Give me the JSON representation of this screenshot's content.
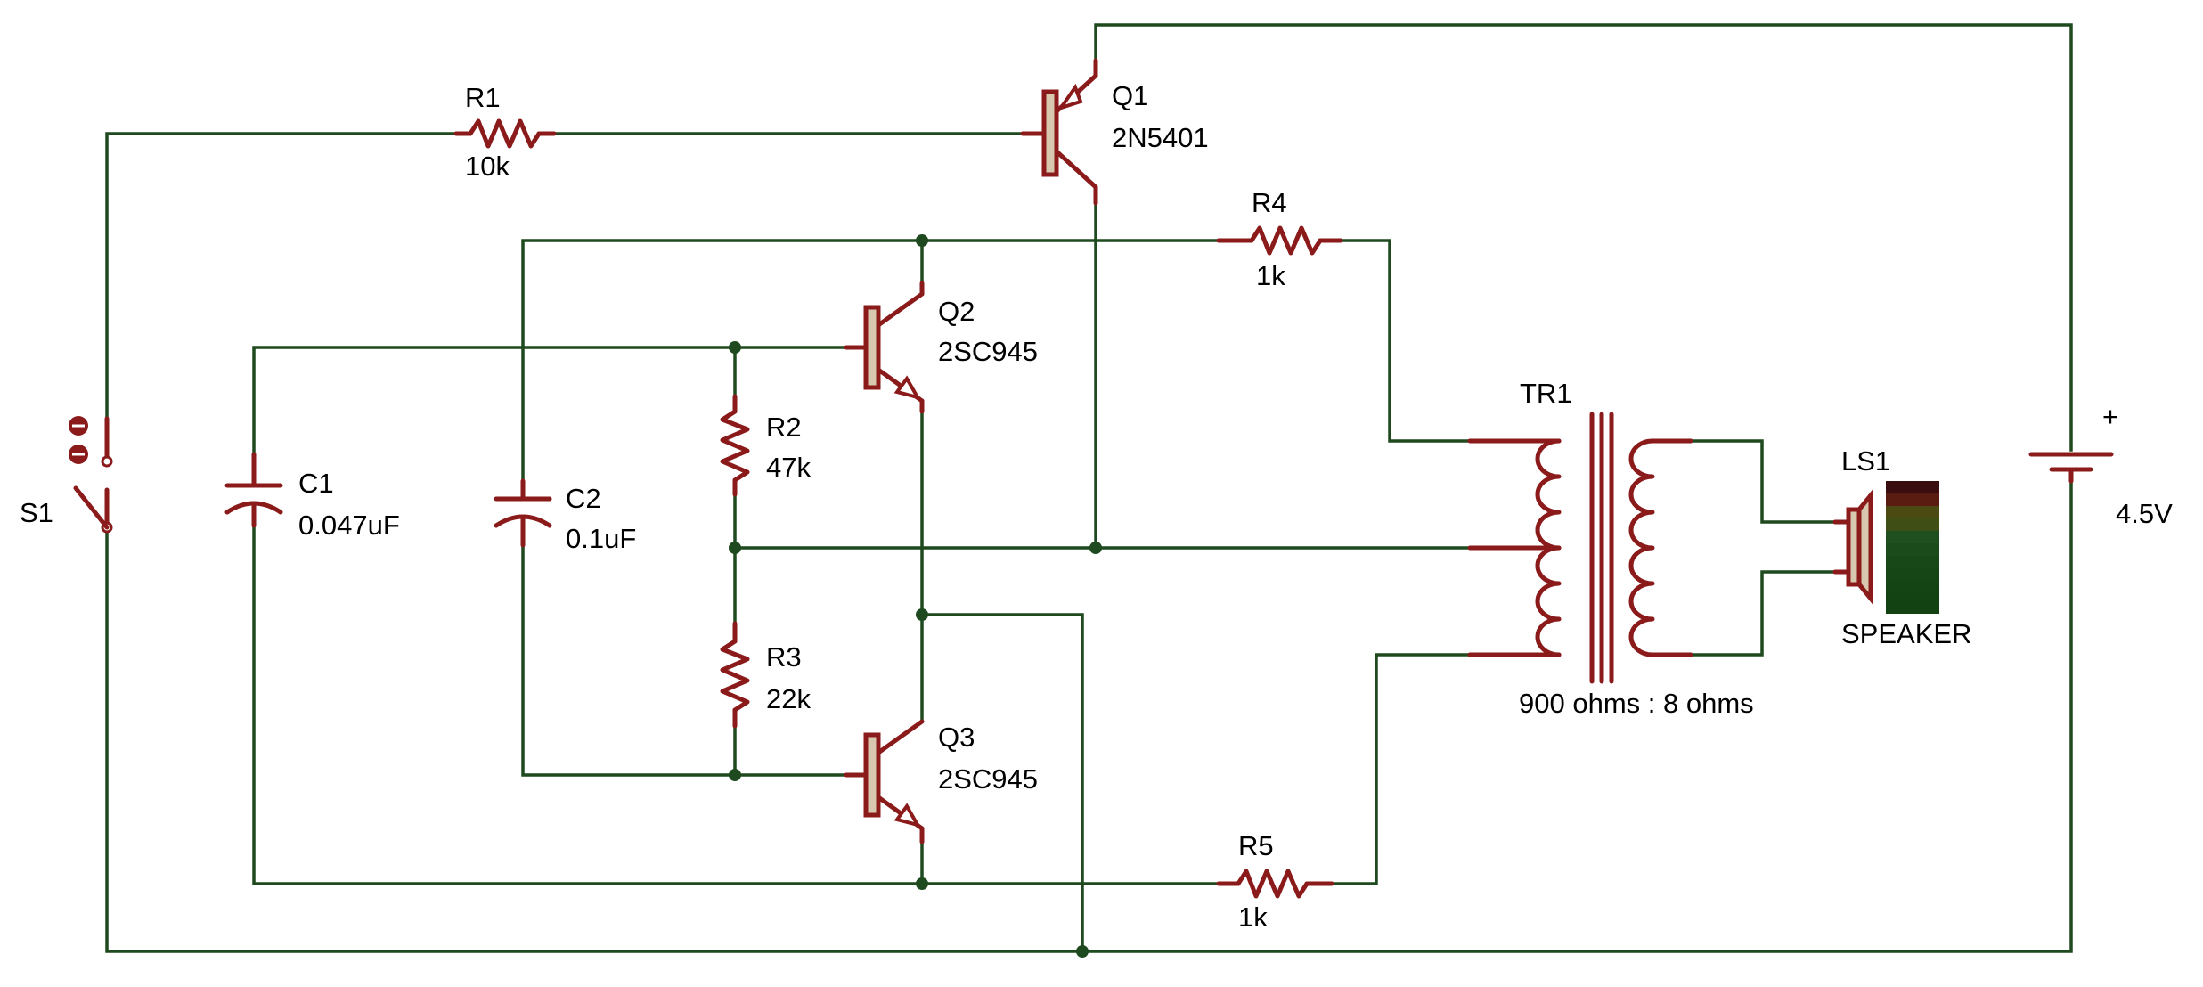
{
  "colors": {
    "wire": "#1f4a1f",
    "component": "#8b1a1a",
    "body_fill": "#d8c8b0",
    "background": "#ffffff"
  },
  "components": {
    "s1": {
      "ref": "S1"
    },
    "r1": {
      "ref": "R1",
      "value": "10k"
    },
    "q1": {
      "ref": "Q1",
      "value": "2N5401"
    },
    "r4": {
      "ref": "R4",
      "value": "1k"
    },
    "q2": {
      "ref": "Q2",
      "value": "2SC945"
    },
    "c1": {
      "ref": "C1",
      "value": "0.047uF"
    },
    "c2": {
      "ref": "C2",
      "value": "0.1uF"
    },
    "r2": {
      "ref": "R2",
      "value": "47k"
    },
    "r3": {
      "ref": "R3",
      "value": "22k"
    },
    "q3": {
      "ref": "Q3",
      "value": "2SC945"
    },
    "r5": {
      "ref": "R5",
      "value": "1k"
    },
    "tr1": {
      "ref": "TR1",
      "value": "900 ohms : 8 ohms"
    },
    "ls1": {
      "ref": "LS1",
      "value": "SPEAKER"
    },
    "battery": {
      "plus": "+",
      "value": "4.5V"
    }
  }
}
